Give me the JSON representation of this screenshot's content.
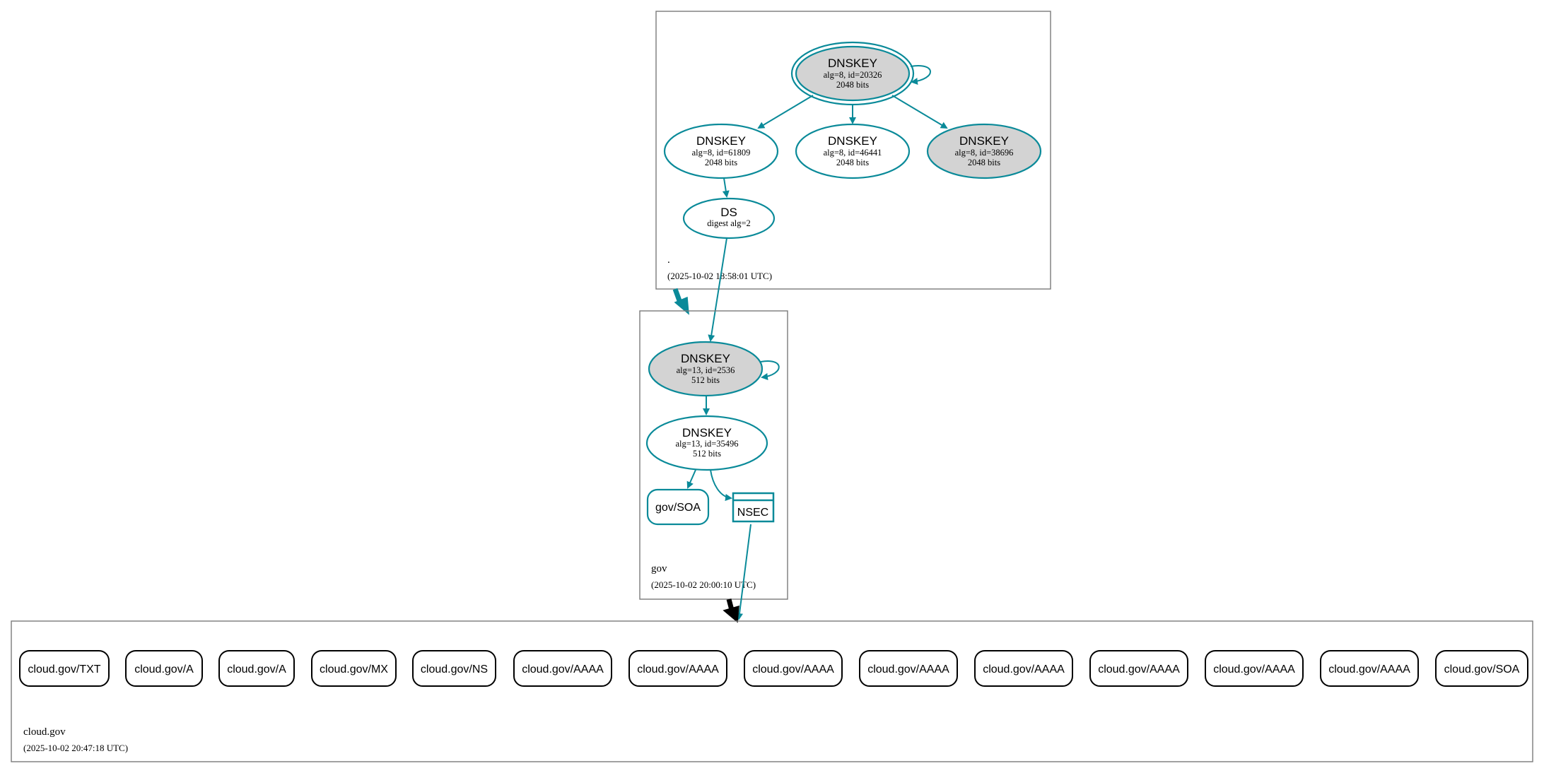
{
  "root_zone": {
    "name": ".",
    "timestamp": "(2025-10-02 18:58:01 UTC)",
    "ksk": {
      "title": "DNSKEY",
      "line1": "alg=8, id=20326",
      "line2": "2048 bits"
    },
    "zsk1": {
      "title": "DNSKEY",
      "line1": "alg=8, id=61809",
      "line2": "2048 bits"
    },
    "zsk2": {
      "title": "DNSKEY",
      "line1": "alg=8, id=46441",
      "line2": "2048 bits"
    },
    "zsk3": {
      "title": "DNSKEY",
      "line1": "alg=8, id=38696",
      "line2": "2048 bits"
    },
    "ds": {
      "title": "DS",
      "line1": "digest alg=2"
    }
  },
  "gov_zone": {
    "name": "gov",
    "timestamp": "(2025-10-02 20:00:10 UTC)",
    "ksk": {
      "title": "DNSKEY",
      "line1": "alg=13, id=2536",
      "line2": "512 bits"
    },
    "zsk": {
      "title": "DNSKEY",
      "line1": "alg=13, id=35496",
      "line2": "512 bits"
    },
    "soa": "gov/SOA",
    "nsec": "NSEC"
  },
  "cloud_zone": {
    "name": "cloud.gov",
    "timestamp": "(2025-10-02 20:47:18 UTC)",
    "records": [
      "cloud.gov/TXT",
      "cloud.gov/A",
      "cloud.gov/A",
      "cloud.gov/MX",
      "cloud.gov/NS",
      "cloud.gov/AAAA",
      "cloud.gov/AAAA",
      "cloud.gov/AAAA",
      "cloud.gov/AAAA",
      "cloud.gov/AAAA",
      "cloud.gov/AAAA",
      "cloud.gov/AAAA",
      "cloud.gov/AAAA",
      "cloud.gov/SOA"
    ]
  },
  "colors": {
    "secure_edge": "#0a8a99",
    "key_fill_grey": "#d3d3d3",
    "delegation_insecure": "#000000"
  }
}
